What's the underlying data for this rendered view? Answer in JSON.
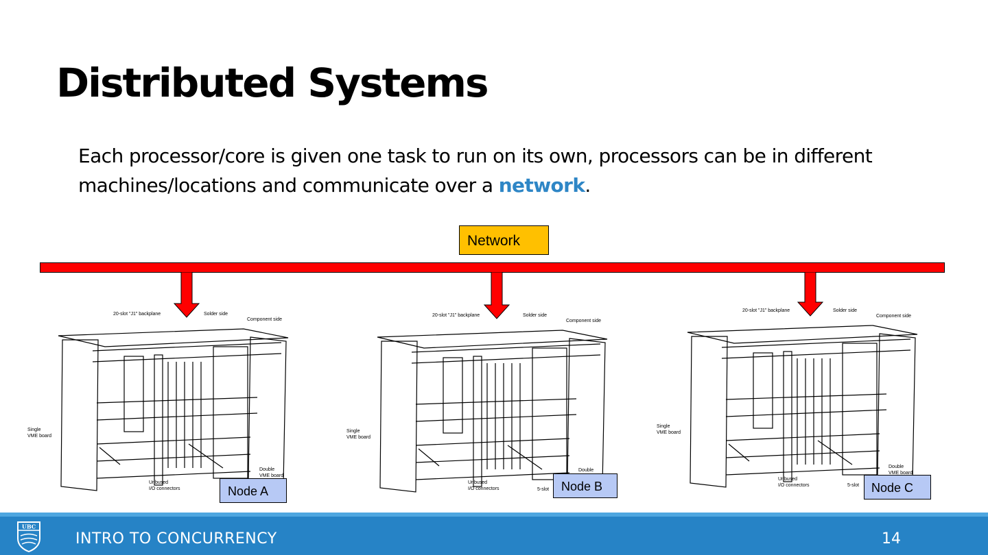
{
  "slide": {
    "title": "Distributed Systems",
    "body_part1": "Each processor/core is given one task to run on its own, processors can be in different machines/locations and communicate over a ",
    "body_keyword": "network",
    "body_part2": ".",
    "keyword_color": "#2e86c6"
  },
  "diagram": {
    "network_label": "Network",
    "bus_color": "#ff0000",
    "network_label_color": "#ffc000",
    "node_label_color": "#b7c9f5",
    "rack_labels": {
      "backplane": "20-slot \"J1\" backplane",
      "solder": "Solder side",
      "component": "Component side",
      "single": "Single",
      "single2": "VME board",
      "unbused": "Unbused",
      "unbused2": "I/O connectors",
      "double": "Double",
      "double2": "VME board",
      "fiveslot": "5-slot"
    },
    "nodes": [
      {
        "label": "Node A"
      },
      {
        "label": "Node B"
      },
      {
        "label": "Node C"
      }
    ]
  },
  "footer": {
    "course": "INTRO TO CONCURRENCY",
    "page_number": "14",
    "logo_text": "UBC",
    "color": "#2683c6"
  }
}
